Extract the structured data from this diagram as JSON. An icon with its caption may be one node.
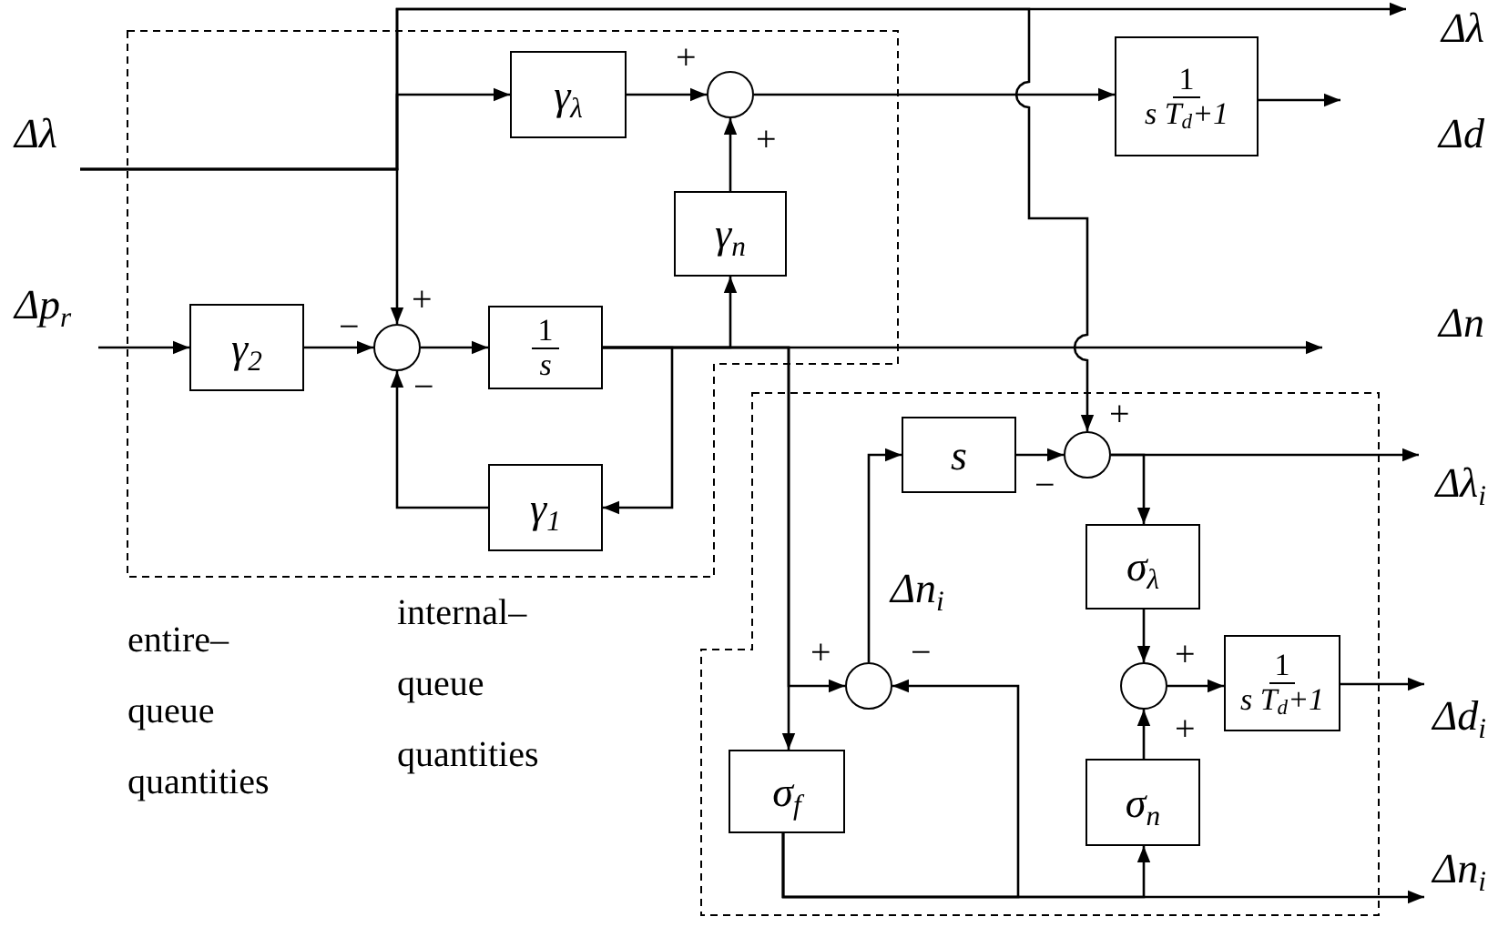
{
  "diagram": {
    "nodes": [
      {
        "text": [
          "Δλ"
        ]
      },
      {
        "text": [
          "Δp$_{r}$"
        ]
      },
      {
        "text": [
          "γ$_{λ}$"
        ]
      },
      {
        "text": [],
        "shape": "circle"
      },
      {
        "text": [
          "Δλ"
        ]
      },
      {
        "text": [
          "1",
          "s T$_{d}$+1"
        ]
      },
      {
        "text": [
          "Δd"
        ]
      },
      {
        "text": [
          "γ$_{n}$"
        ]
      },
      {
        "text": [
          "γ$_{2}$"
        ]
      },
      {
        "text": [],
        "shape": "circle"
      },
      {
        "text": [
          "1",
          "s"
        ]
      },
      {
        "text": [
          "Δn"
        ]
      },
      {
        "text": [
          "γ$_{1}$"
        ]
      },
      {
        "text": [
          "s"
        ]
      },
      {
        "text": [],
        "shape": "circle"
      },
      {
        "text": [
          "Δλ$_{i}$"
        ]
      },
      {
        "text": [
          "σ$_{λ}$"
        ]
      },
      {
        "text": [],
        "shape": "circle"
      },
      {
        "text": [],
        "shape": "circle"
      },
      {
        "text": [
          "1",
          "s T$_{d}$+1"
        ]
      },
      {
        "text": [
          "Δd$_{i}$"
        ]
      },
      {
        "text": [
          "σ$_{f}$"
        ]
      },
      {
        "text": [
          "σ$_{n}$"
        ]
      },
      {
        "text": [
          "Δn$_{i}$"
        ]
      }
    ],
    "edges": [
      {
        "from": 0,
        "to": 9,
        "arrow": "to"
      },
      {
        "from": 0,
        "to": 2,
        "arrow": "to"
      },
      {
        "from": 0,
        "to": 4,
        "arrow": "to"
      },
      {
        "from": 0,
        "to": 14,
        "arrow": "to"
      },
      {
        "from": 1,
        "to": 8,
        "arrow": "to"
      },
      {
        "from": 2,
        "to": 3,
        "arrow": "to"
      },
      {
        "from": 7,
        "to": 3,
        "arrow": "to"
      },
      {
        "from": 3,
        "to": 5,
        "arrow": "to"
      },
      {
        "from": 5,
        "to": 6,
        "arrow": "to"
      },
      {
        "from": 8,
        "to": 9,
        "arrow": "to"
      },
      {
        "from": 9,
        "to": 10,
        "arrow": "to"
      },
      {
        "from": 10,
        "to": 11,
        "arrow": "to"
      },
      {
        "from": 10,
        "to": 7,
        "arrow": "to"
      },
      {
        "from": 10,
        "to": 12,
        "arrow": "to"
      },
      {
        "from": 12,
        "to": 9,
        "arrow": "to"
      },
      {
        "from": 10,
        "to": 17,
        "arrow": "to"
      },
      {
        "from": 10,
        "to": 21,
        "arrow": "to"
      },
      {
        "from": 17,
        "to": 13,
        "arrow": "to",
        "label": "Δn$_{i}$"
      },
      {
        "from": 13,
        "to": 14,
        "arrow": "to"
      },
      {
        "from": 14,
        "to": 15,
        "arrow": "to"
      },
      {
        "from": 14,
        "to": 16,
        "arrow": "to"
      },
      {
        "from": 16,
        "to": 18,
        "arrow": "to"
      },
      {
        "from": 22,
        "to": 18,
        "arrow": "to"
      },
      {
        "from": 18,
        "to": 19,
        "arrow": "to"
      },
      {
        "from": 19,
        "to": 20,
        "arrow": "to"
      },
      {
        "from": 21,
        "to": 23,
        "arrow": "to"
      },
      {
        "from": 21,
        "to": 17,
        "arrow": "to"
      },
      {
        "from": 21,
        "to": 22,
        "arrow": "to"
      }
    ],
    "labels": [
      "+",
      "+",
      "+",
      "−",
      "−",
      "+",
      "−",
      "internal– queue quantities",
      "entire– queue quantities",
      "+",
      "−",
      "+",
      "+"
    ]
  }
}
